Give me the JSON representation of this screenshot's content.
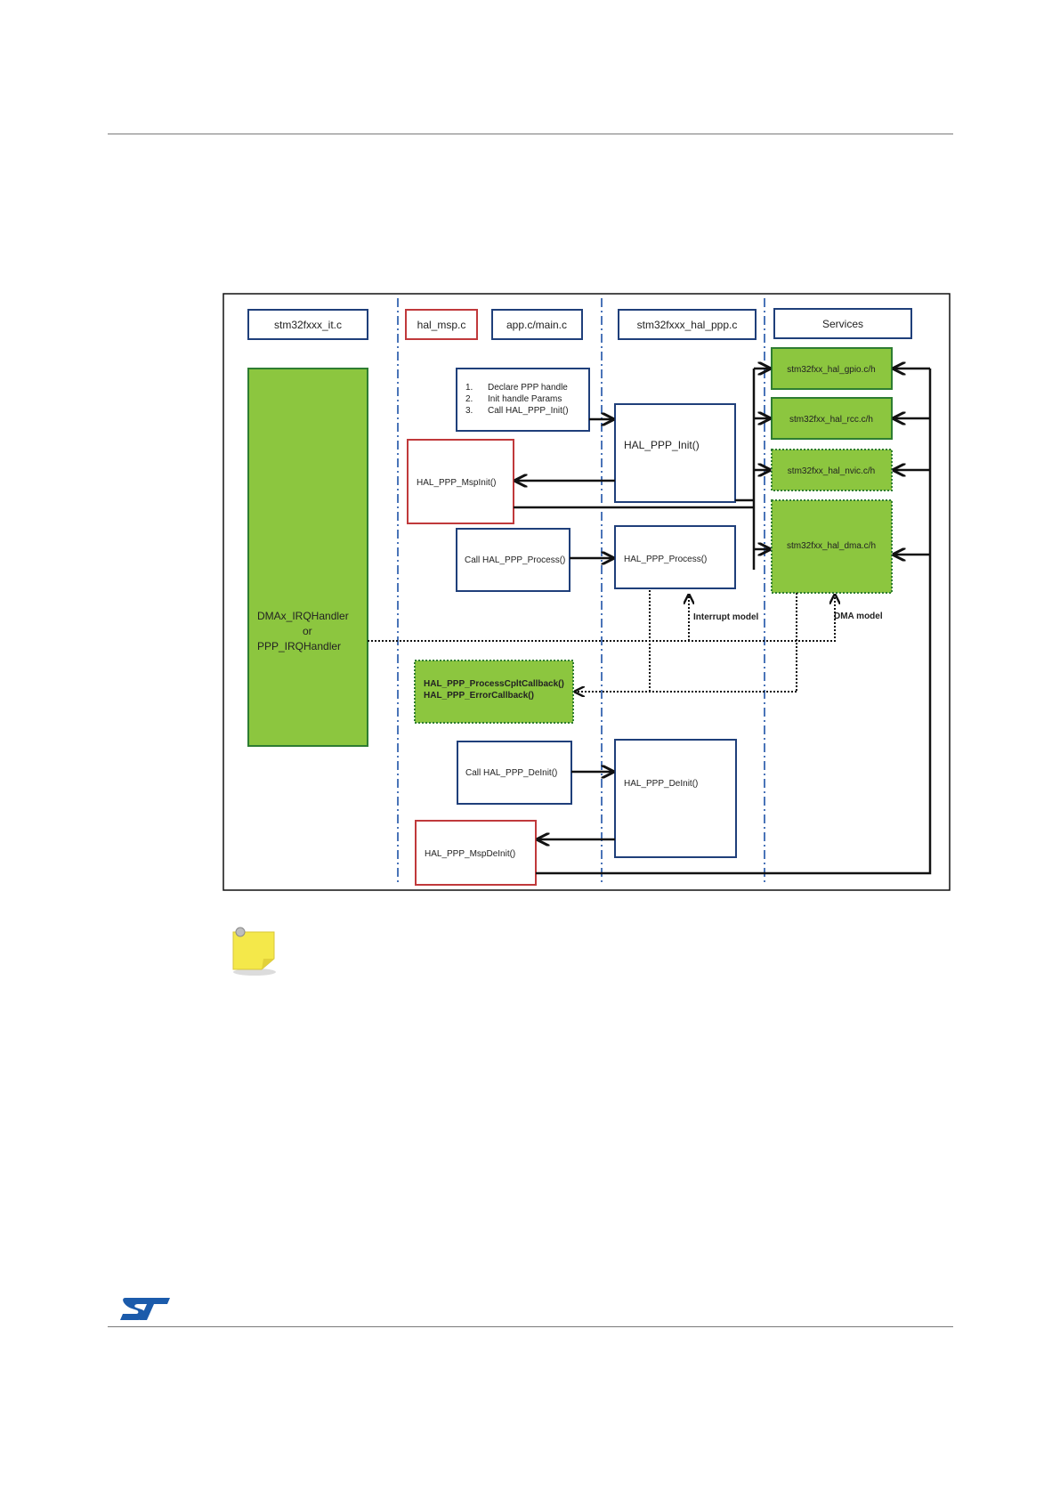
{
  "colors": {
    "blue_border": "#1f3f7a",
    "red_border": "#c0393b",
    "green_fill": "#8cc63f",
    "green_border": "#2e7d32",
    "dash_blue": "#4a74b8",
    "st_blue": "#1b5bab",
    "note_yellow": "#f4e84a"
  },
  "diagram": {
    "columns": {
      "it": "stm32fxxx_it.c",
      "msp": "hal_msp.c",
      "main": "app.c/main.c",
      "hal_ppp": "stm32fxxx_hal_ppp.c",
      "services": "Services"
    },
    "services": {
      "gpio": "stm32fxx_hal_gpio.c/h",
      "rcc": "stm32fxx_hal_rcc.c/h",
      "nvic": "stm32fxx_hal_nvic.c/h",
      "dma": "stm32fxx_hal_dma.c/h"
    },
    "irq": {
      "line1": "DMAx_IRQHandler",
      "line2": "or",
      "line3": "PPP_IRQHandler"
    },
    "main_steps": [
      {
        "num": "1.",
        "text": "Declare PPP handle"
      },
      {
        "num": "2.",
        "text": "Init handle Params"
      },
      {
        "num": "3.",
        "text": "Call HAL_PPP_Init()"
      }
    ],
    "msp_init": "HAL_PPP_MspInit()",
    "hal_init": "HAL_PPP_Init()",
    "call_process": "Call HAL_PPP_Process()",
    "hal_process": "HAL_PPP_Process()",
    "interrupt_model": "Interrupt model",
    "dma_model": "DMA model",
    "callbacks": {
      "line1": "HAL_PPP_ProcessCpltCallback()",
      "line2": "HAL_PPP_ErrorCallback()"
    },
    "call_deinit": "Call HAL_PPP_DeInit()",
    "hal_deinit": "HAL_PPP_DeInit()",
    "msp_deinit": "HAL_PPP_MspDeInit()"
  },
  "icons": {
    "note": "note-icon",
    "logo": "st-logo"
  }
}
